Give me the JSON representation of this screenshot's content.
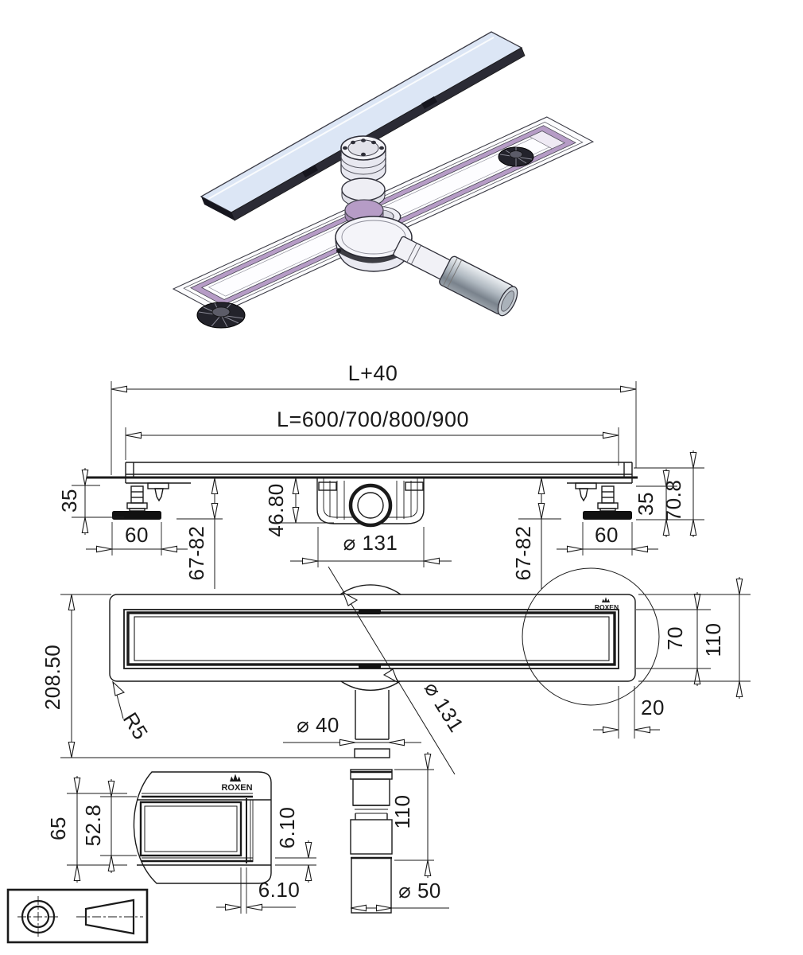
{
  "brand": {
    "name": "ROXEN"
  },
  "colors": {
    "line": "#1a1a1a",
    "cover_plate": "#dce6f5",
    "gasket": "#b69cc6",
    "chrome_light": "#eef1f4",
    "chrome_dark": "#79828c"
  },
  "front_view": {
    "overall_length": "L+40",
    "length_options": "L=600/700/800/900",
    "foot_height": "35",
    "foot_width": "60",
    "install_height_range": "67-82",
    "trap_depth": "46.80",
    "trap_diameter": "⌀ 131",
    "edge_height": "70.8"
  },
  "plan_view": {
    "total_depth": "208.50",
    "corner_radius": "R5",
    "outlet_diameter": "⌀ 40",
    "trap_diameter": "⌀ 131",
    "grate_width": "70",
    "body_width": "110",
    "end_offset": "20"
  },
  "outlet_view": {
    "trap_height": "110",
    "pipe_diameter": "⌀ 50"
  },
  "detail_view": {
    "end_height": "65",
    "channel_depth": "52.8",
    "lip_height": "6.10",
    "lip_width": "6.10"
  }
}
